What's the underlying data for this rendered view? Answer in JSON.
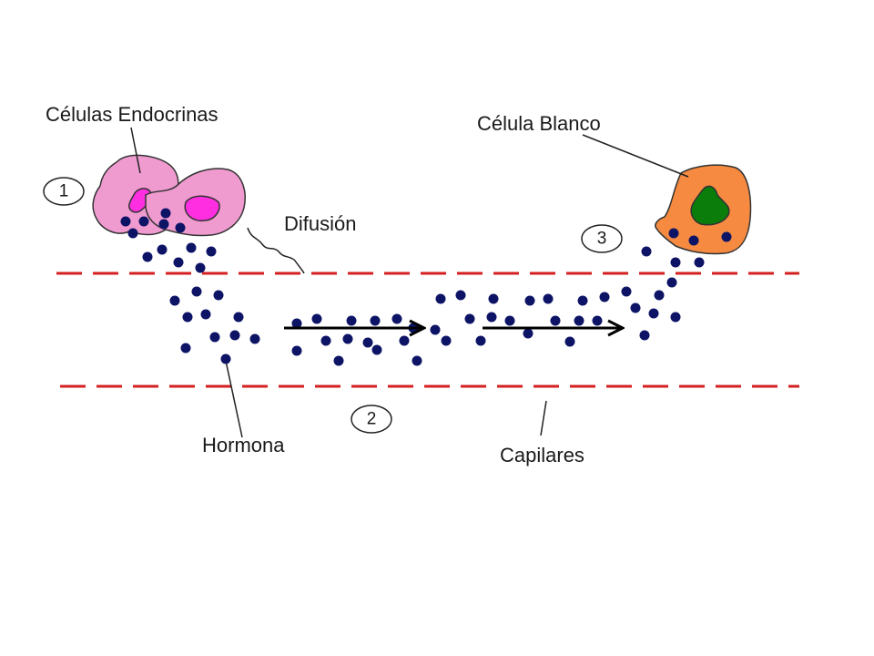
{
  "labels": {
    "endocrine_cells": "Células Endocrinas",
    "target_cell": "Célula Blanco",
    "diffusion": "Difusión",
    "hormone": "Hormona",
    "capillaries": "Capilares"
  },
  "steps": [
    "1",
    "2",
    "3"
  ],
  "colors": {
    "endocrine_cell_fill": "#f09bd0",
    "endocrine_nucleus_fill": "#ff2ee0",
    "target_cell_fill": "#f58a40",
    "target_nucleus_fill": "#0a7d0a",
    "hormone_dot": "#0d1466",
    "capillary_wall": "#d42020",
    "arrow": "#000000"
  }
}
